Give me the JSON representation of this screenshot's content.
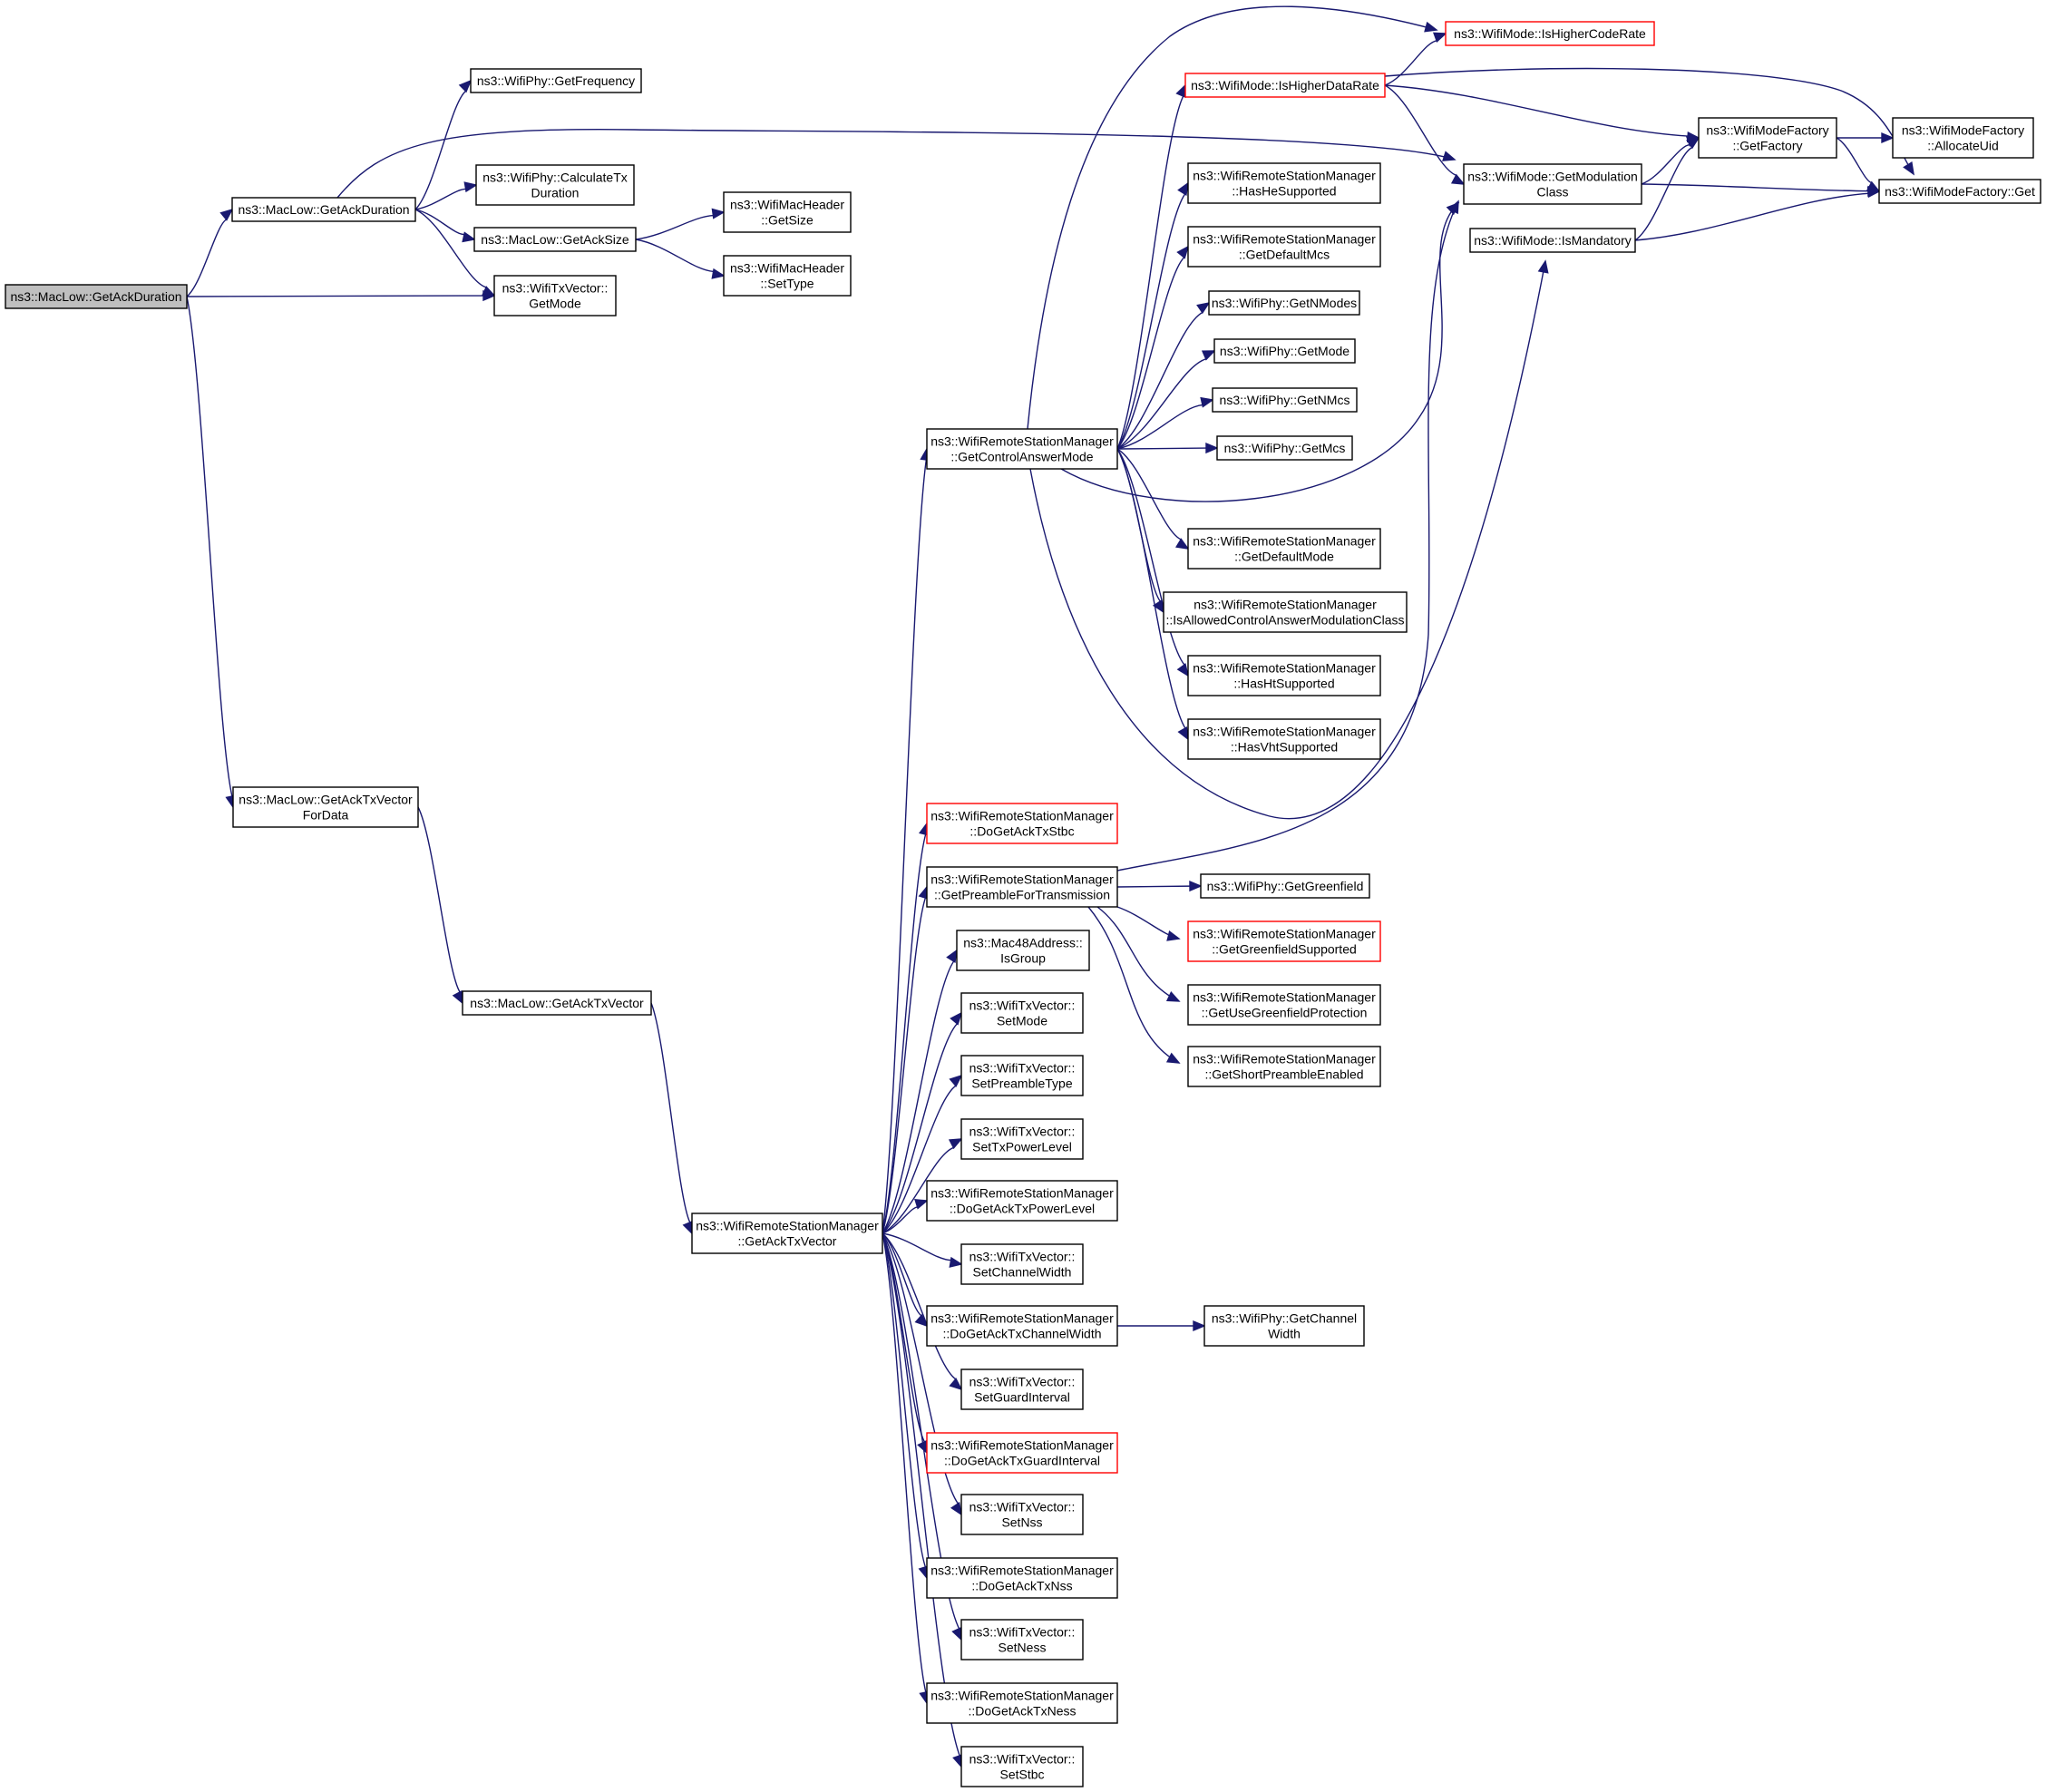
{
  "graph": {
    "edge_color": "#191970",
    "truncated_border_color": "#ff0000",
    "root_fill": "#bfbfbf",
    "nodes": [
      {
        "id": "getAckDuration_root",
        "label": [
          "ns3::MacLow::GetAckDuration"
        ],
        "root": true,
        "truncated": false
      },
      {
        "id": "getAckDuration",
        "label": [
          "ns3::MacLow::GetAckDuration"
        ],
        "truncated": false
      },
      {
        "id": "getFrequency",
        "label": [
          "ns3::WifiPhy::GetFrequency"
        ],
        "truncated": false
      },
      {
        "id": "calculateTxDuration",
        "label": [
          "ns3::WifiPhy::CalculateTx",
          "Duration"
        ],
        "truncated": false
      },
      {
        "id": "getAckSize",
        "label": [
          "ns3::MacLow::GetAckSize"
        ],
        "truncated": false
      },
      {
        "id": "txVectorGetMode",
        "label": [
          "ns3::WifiTxVector::",
          "GetMode"
        ],
        "truncated": false
      },
      {
        "id": "macHeaderGetSize",
        "label": [
          "ns3::WifiMacHeader",
          "::GetSize"
        ],
        "truncated": false
      },
      {
        "id": "macHeaderSetType",
        "label": [
          "ns3::WifiMacHeader",
          "::SetType"
        ],
        "truncated": false
      },
      {
        "id": "getAckTxVectorForData",
        "label": [
          "ns3::MacLow::GetAckTxVector",
          "ForData"
        ],
        "truncated": false
      },
      {
        "id": "getAckTxVector",
        "label": [
          "ns3::MacLow::GetAckTxVector"
        ],
        "truncated": false
      },
      {
        "id": "rsmGetAckTxVector",
        "label": [
          "ns3::WifiRemoteStationManager",
          "::GetAckTxVector"
        ],
        "truncated": false
      },
      {
        "id": "getControlAnswerMode",
        "label": [
          "ns3::WifiRemoteStationManager",
          "::GetControlAnswerMode"
        ],
        "truncated": false
      },
      {
        "id": "isHigherDataRate",
        "label": [
          "ns3::WifiMode::IsHigherDataRate"
        ],
        "truncated": true
      },
      {
        "id": "isHigherCodeRate",
        "label": [
          "ns3::WifiMode::IsHigherCodeRate"
        ],
        "truncated": true
      },
      {
        "id": "hasHeSupported",
        "label": [
          "ns3::WifiRemoteStationManager",
          "::HasHeSupported"
        ],
        "truncated": false
      },
      {
        "id": "getDefaultMcs",
        "label": [
          "ns3::WifiRemoteStationManager",
          "::GetDefaultMcs"
        ],
        "truncated": false
      },
      {
        "id": "getNModes",
        "label": [
          "ns3::WifiPhy::GetNModes"
        ],
        "truncated": false
      },
      {
        "id": "phyGetMode",
        "label": [
          "ns3::WifiPhy::GetMode"
        ],
        "truncated": false
      },
      {
        "id": "getNMcs",
        "label": [
          "ns3::WifiPhy::GetNMcs"
        ],
        "truncated": false
      },
      {
        "id": "getMcs",
        "label": [
          "ns3::WifiPhy::GetMcs"
        ],
        "truncated": false
      },
      {
        "id": "getDefaultMode",
        "label": [
          "ns3::WifiRemoteStationManager",
          "::GetDefaultMode"
        ],
        "truncated": false
      },
      {
        "id": "isAllowedControlAnswer",
        "label": [
          "ns3::WifiRemoteStationManager",
          "::IsAllowedControlAnswerModulationClass"
        ],
        "truncated": false
      },
      {
        "id": "hasHtSupported",
        "label": [
          "ns3::WifiRemoteStationManager",
          "::HasHtSupported"
        ],
        "truncated": false
      },
      {
        "id": "hasVhtSupported",
        "label": [
          "ns3::WifiRemoteStationManager",
          "::HasVhtSupported"
        ],
        "truncated": false
      },
      {
        "id": "getModulationClass",
        "label": [
          "ns3::WifiMode::GetModulation",
          "Class"
        ],
        "truncated": false
      },
      {
        "id": "isMandatory",
        "label": [
          "ns3::WifiMode::IsMandatory"
        ],
        "truncated": false
      },
      {
        "id": "factoryGetFactory",
        "label": [
          "ns3::WifiModeFactory",
          "::GetFactory"
        ],
        "truncated": false
      },
      {
        "id": "allocateUid",
        "label": [
          "ns3::WifiModeFactory",
          "::AllocateUid"
        ],
        "truncated": false
      },
      {
        "id": "factoryGet",
        "label": [
          "ns3::WifiModeFactory::Get"
        ],
        "truncated": false
      },
      {
        "id": "doGetAckTxStbc",
        "label": [
          "ns3::WifiRemoteStationManager",
          "::DoGetAckTxStbc"
        ],
        "truncated": true
      },
      {
        "id": "getPreambleForTransmission",
        "label": [
          "ns3::WifiRemoteStationManager",
          "::GetPreambleForTransmission"
        ],
        "truncated": false
      },
      {
        "id": "getGreenfield",
        "label": [
          "ns3::WifiPhy::GetGreenfield"
        ],
        "truncated": false
      },
      {
        "id": "getGreenfieldSupported",
        "label": [
          "ns3::WifiRemoteStationManager",
          "::GetGreenfieldSupported"
        ],
        "truncated": true
      },
      {
        "id": "getUseGreenfieldProtection",
        "label": [
          "ns3::WifiRemoteStationManager",
          "::GetUseGreenfieldProtection"
        ],
        "truncated": false
      },
      {
        "id": "getShortPreambleEnabled",
        "label": [
          "ns3::WifiRemoteStationManager",
          "::GetShortPreambleEnabled"
        ],
        "truncated": false
      },
      {
        "id": "isGroup",
        "label": [
          "ns3::Mac48Address::",
          "IsGroup"
        ],
        "truncated": false
      },
      {
        "id": "setMode",
        "label": [
          "ns3::WifiTxVector::",
          "SetMode"
        ],
        "truncated": false
      },
      {
        "id": "setPreambleType",
        "label": [
          "ns3::WifiTxVector::",
          "SetPreambleType"
        ],
        "truncated": false
      },
      {
        "id": "setTxPowerLevel",
        "label": [
          "ns3::WifiTxVector::",
          "SetTxPowerLevel"
        ],
        "truncated": false
      },
      {
        "id": "doGetAckTxPowerLevel",
        "label": [
          "ns3::WifiRemoteStationManager",
          "::DoGetAckTxPowerLevel"
        ],
        "truncated": false
      },
      {
        "id": "setChannelWidth",
        "label": [
          "ns3::WifiTxVector::",
          "SetChannelWidth"
        ],
        "truncated": false
      },
      {
        "id": "doGetAckTxChannelWidth",
        "label": [
          "ns3::WifiRemoteStationManager",
          "::DoGetAckTxChannelWidth"
        ],
        "truncated": false
      },
      {
        "id": "phyGetChannelWidth",
        "label": [
          "ns3::WifiPhy::GetChannel",
          "Width"
        ],
        "truncated": false
      },
      {
        "id": "setGuardInterval",
        "label": [
          "ns3::WifiTxVector::",
          "SetGuardInterval"
        ],
        "truncated": false
      },
      {
        "id": "doGetAckTxGuardInterval",
        "label": [
          "ns3::WifiRemoteStationManager",
          "::DoGetAckTxGuardInterval"
        ],
        "truncated": true
      },
      {
        "id": "setNss",
        "label": [
          "ns3::WifiTxVector::",
          "SetNss"
        ],
        "truncated": false
      },
      {
        "id": "doGetAckTxNss",
        "label": [
          "ns3::WifiRemoteStationManager",
          "::DoGetAckTxNss"
        ],
        "truncated": false
      },
      {
        "id": "setNess",
        "label": [
          "ns3::WifiTxVector::",
          "SetNess"
        ],
        "truncated": false
      },
      {
        "id": "doGetAckTxNess",
        "label": [
          "ns3::WifiRemoteStationManager",
          "::DoGetAckTxNess"
        ],
        "truncated": false
      },
      {
        "id": "setStbc",
        "label": [
          "ns3::WifiTxVector::",
          "SetStbc"
        ],
        "truncated": false
      }
    ],
    "edges": [
      {
        "from": "getAckDuration_root",
        "to": "getAckDuration"
      },
      {
        "from": "getAckDuration_root",
        "to": "txVectorGetMode"
      },
      {
        "from": "getAckDuration_root",
        "to": "getAckTxVectorForData"
      },
      {
        "from": "getAckDuration",
        "to": "getFrequency"
      },
      {
        "from": "getAckDuration",
        "to": "calculateTxDuration"
      },
      {
        "from": "getAckDuration",
        "to": "getAckSize"
      },
      {
        "from": "getAckDuration",
        "to": "txVectorGetMode"
      },
      {
        "from": "getAckDuration",
        "to": "getModulationClass"
      },
      {
        "from": "getAckSize",
        "to": "macHeaderGetSize"
      },
      {
        "from": "getAckSize",
        "to": "macHeaderSetType"
      },
      {
        "from": "getAckTxVectorForData",
        "to": "getAckTxVector"
      },
      {
        "from": "getAckTxVector",
        "to": "rsmGetAckTxVector"
      },
      {
        "from": "rsmGetAckTxVector",
        "to": "getControlAnswerMode"
      },
      {
        "from": "rsmGetAckTxVector",
        "to": "doGetAckTxStbc"
      },
      {
        "from": "rsmGetAckTxVector",
        "to": "getPreambleForTransmission"
      },
      {
        "from": "rsmGetAckTxVector",
        "to": "isGroup"
      },
      {
        "from": "rsmGetAckTxVector",
        "to": "setMode"
      },
      {
        "from": "rsmGetAckTxVector",
        "to": "setPreambleType"
      },
      {
        "from": "rsmGetAckTxVector",
        "to": "setTxPowerLevel"
      },
      {
        "from": "rsmGetAckTxVector",
        "to": "doGetAckTxPowerLevel"
      },
      {
        "from": "rsmGetAckTxVector",
        "to": "setChannelWidth"
      },
      {
        "from": "rsmGetAckTxVector",
        "to": "doGetAckTxChannelWidth"
      },
      {
        "from": "rsmGetAckTxVector",
        "to": "setGuardInterval"
      },
      {
        "from": "rsmGetAckTxVector",
        "to": "doGetAckTxGuardInterval"
      },
      {
        "from": "rsmGetAckTxVector",
        "to": "setNss"
      },
      {
        "from": "rsmGetAckTxVector",
        "to": "doGetAckTxNss"
      },
      {
        "from": "rsmGetAckTxVector",
        "to": "setNess"
      },
      {
        "from": "rsmGetAckTxVector",
        "to": "doGetAckTxNess"
      },
      {
        "from": "rsmGetAckTxVector",
        "to": "setStbc"
      },
      {
        "from": "getControlAnswerMode",
        "to": "isHigherDataRate"
      },
      {
        "from": "getControlAnswerMode",
        "to": "isHigherCodeRate"
      },
      {
        "from": "getControlAnswerMode",
        "to": "hasHeSupported"
      },
      {
        "from": "getControlAnswerMode",
        "to": "getDefaultMcs"
      },
      {
        "from": "getControlAnswerMode",
        "to": "getNModes"
      },
      {
        "from": "getControlAnswerMode",
        "to": "phyGetMode"
      },
      {
        "from": "getControlAnswerMode",
        "to": "getNMcs"
      },
      {
        "from": "getControlAnswerMode",
        "to": "getMcs"
      },
      {
        "from": "getControlAnswerMode",
        "to": "getDefaultMode"
      },
      {
        "from": "getControlAnswerMode",
        "to": "isAllowedControlAnswer"
      },
      {
        "from": "getControlAnswerMode",
        "to": "hasHtSupported"
      },
      {
        "from": "getControlAnswerMode",
        "to": "hasVhtSupported"
      },
      {
        "from": "getControlAnswerMode",
        "to": "getModulationClass"
      },
      {
        "from": "getControlAnswerMode",
        "to": "isMandatory"
      },
      {
        "from": "isHigherDataRate",
        "to": "isHigherCodeRate"
      },
      {
        "from": "isHigherDataRate",
        "to": "getModulationClass"
      },
      {
        "from": "isHigherDataRate",
        "to": "factoryGetFactory"
      },
      {
        "from": "isHigherDataRate",
        "to": "factoryGet"
      },
      {
        "from": "getModulationClass",
        "to": "factoryGetFactory"
      },
      {
        "from": "getModulationClass",
        "to": "factoryGet"
      },
      {
        "from": "isMandatory",
        "to": "factoryGetFactory"
      },
      {
        "from": "isMandatory",
        "to": "factoryGet"
      },
      {
        "from": "factoryGetFactory",
        "to": "allocateUid"
      },
      {
        "from": "factoryGetFactory",
        "to": "factoryGet"
      },
      {
        "from": "getPreambleForTransmission",
        "to": "getModulationClass"
      },
      {
        "from": "getPreambleForTransmission",
        "to": "getGreenfield"
      },
      {
        "from": "getPreambleForTransmission",
        "to": "getGreenfieldSupported"
      },
      {
        "from": "getPreambleForTransmission",
        "to": "getUseGreenfieldProtection"
      },
      {
        "from": "getPreambleForTransmission",
        "to": "getShortPreambleEnabled"
      },
      {
        "from": "doGetAckTxChannelWidth",
        "to": "phyGetChannelWidth"
      }
    ]
  }
}
